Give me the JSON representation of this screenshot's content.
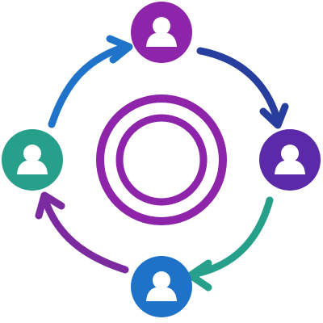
{
  "diagram": {
    "nodes": [
      {
        "id": "top",
        "icon": "user-icon",
        "color": "#8e24aa"
      },
      {
        "id": "right",
        "icon": "user-icon",
        "color": "#5a2aa8"
      },
      {
        "id": "bottom",
        "icon": "user-icon",
        "color": "#1e73c8"
      },
      {
        "id": "left",
        "icon": "user-icon",
        "color": "#26a08a"
      }
    ],
    "arrows": [
      {
        "from": "left",
        "to": "top",
        "color": "#1f73c8"
      },
      {
        "from": "top",
        "to": "right",
        "color": "#273e9f"
      },
      {
        "from": "right",
        "to": "bottom",
        "color": "#26a08a"
      },
      {
        "from": "bottom",
        "to": "left",
        "color": "#7b2aa0"
      }
    ],
    "center": {
      "icon": "target-rings-icon",
      "color": "#8e24aa"
    },
    "background": "#ffffff"
  }
}
